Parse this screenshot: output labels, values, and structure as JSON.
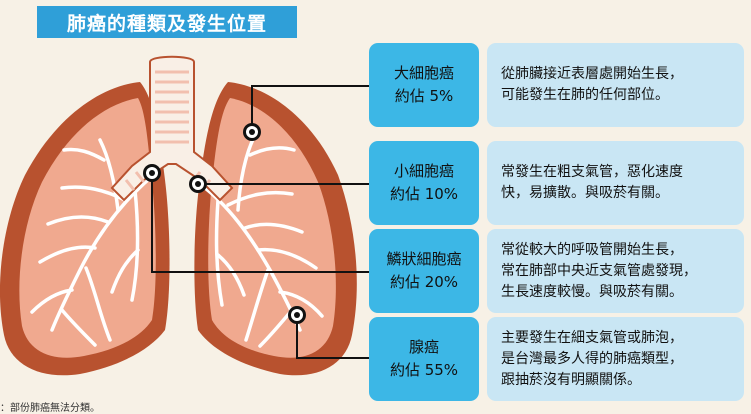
{
  "title": "肺癌的種類及發生位置",
  "types": [
    {
      "name": "大細胞癌",
      "share": "約佔 5%",
      "desc": [
        "從肺臟接近表層處開始生長，",
        "可能發生在肺的任何部位。"
      ]
    },
    {
      "name": "小細胞癌",
      "share": "約佔 10%",
      "desc": [
        "常發生在粗支氣管，惡化速度",
        "快，易擴散。與吸菸有關。"
      ]
    },
    {
      "name": "鱗狀細胞癌",
      "share": "約佔 20%",
      "desc": [
        "常從較大的呼吸管開始生長，",
        "常在肺部中央近支氣管處發現，",
        "生長速度較慢。與吸菸有關。"
      ]
    },
    {
      "name": "腺癌",
      "share": "約佔 55%",
      "desc": [
        "主要發生在細支氣管或肺泡，",
        "是台灣最多人得的肺癌類型，",
        "跟抽菸沒有明顯關係。"
      ]
    }
  ],
  "footnote": "：部份肺癌無法分類。",
  "colors": {
    "title_bg": "#2f9fd8",
    "type_bg": "#3cb7e6",
    "desc_bg": "#c9e6f4",
    "lung_outer": "#b8522f",
    "lung_inner": "#f0a98f",
    "trachea": "#f9efe6"
  }
}
